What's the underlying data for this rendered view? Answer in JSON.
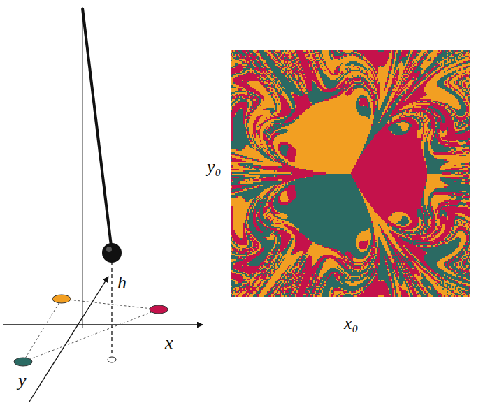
{
  "diagram": {
    "labels": [
      "h",
      "x",
      "y",
      "y₀",
      "x₀"
    ]
  }
}
